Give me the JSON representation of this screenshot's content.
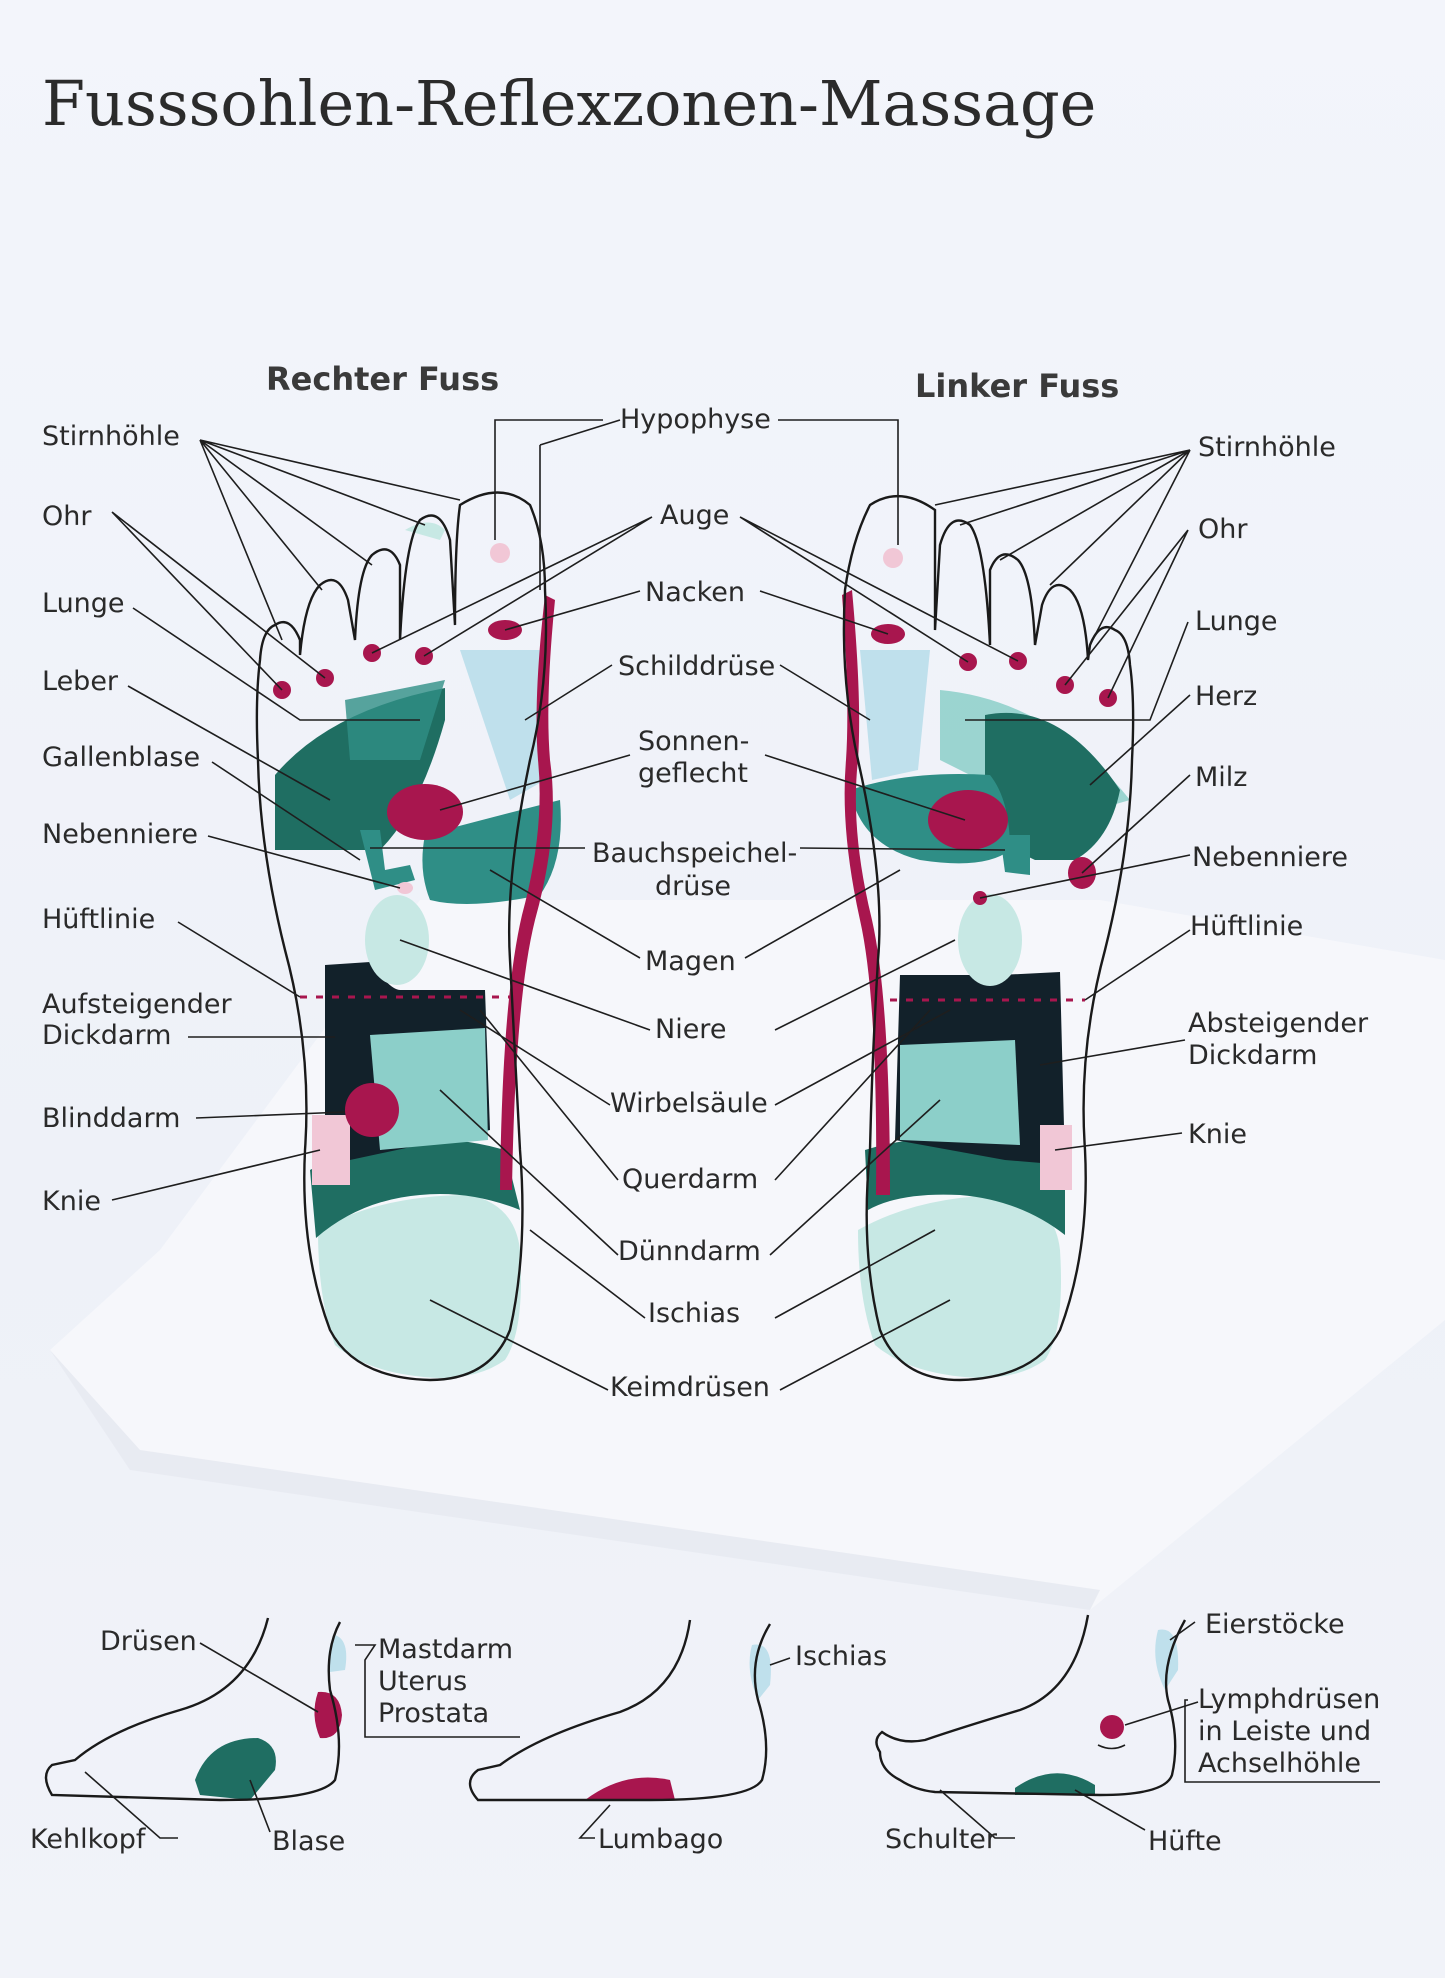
{
  "title": "Fusssohlen-Reflexzonen-Massage",
  "right_foot": "Rechter Fuss",
  "left_foot": "Linker Fuss",
  "labels_left": {
    "stirnhoehle": "Stirnhöhle",
    "ohr": "Ohr",
    "lunge": "Lunge",
    "leber": "Leber",
    "gallenblase": "Gallenblase",
    "nebenniere": "Nebenniere",
    "hueftlinie": "Hüftlinie",
    "aufsteigender_1": "Aufsteigender",
    "aufsteigender_2": "Dickdarm",
    "blinddarm": "Blinddarm",
    "knie": "Knie"
  },
  "labels_center": {
    "hypophyse": "Hypophyse",
    "auge": "Auge",
    "nacken": "Nacken",
    "schilddruese": "Schilddrüse",
    "sonnen_1": "Sonnen-",
    "sonnen_2": "geflecht",
    "bauch_1": "Bauchspeichel-",
    "bauch_2": "drüse",
    "magen": "Magen",
    "niere": "Niere",
    "wirbelsaeule": "Wirbelsäule",
    "querdarm": "Querdarm",
    "duenndarm": "Dünndarm",
    "ischias": "Ischias",
    "keimdruesen": "Keimdrüsen"
  },
  "labels_right": {
    "stirnhoehle": "Stirnhöhle",
    "ohr": "Ohr",
    "lunge": "Lunge",
    "herz": "Herz",
    "milz": "Milz",
    "nebenniere": "Nebenniere",
    "hueftlinie": "Hüftlinie",
    "absteigender_1": "Absteigender",
    "absteigender_2": "Dickdarm",
    "knie": "Knie"
  },
  "labels_bottom": {
    "druesen": "Drüsen",
    "mastdarm": "Mastdarm",
    "uterus": "Uterus",
    "prostata": "Prostata",
    "kehlkopf": "Kehlkopf",
    "blase": "Blase",
    "ischias": "Ischias",
    "lumbago": "Lumbago",
    "eierstoecke": "Eierstöcke",
    "lymph_1": "Lymphdrüsen",
    "lymph_2": "in Leiste und",
    "lymph_3": "Achselhöhle",
    "schulter": "Schulter",
    "huefte": "Hüfte"
  },
  "colors": {
    "crimson": "#a8164e",
    "dark_teal": "#1f6e62",
    "teal": "#2f8e86",
    "light_teal": "#8ccfc9",
    "pale_teal": "#c7e8e4",
    "pale_blue": "#bfe0ec",
    "navy": "#12212a",
    "pink": "#f1c7d6"
  }
}
